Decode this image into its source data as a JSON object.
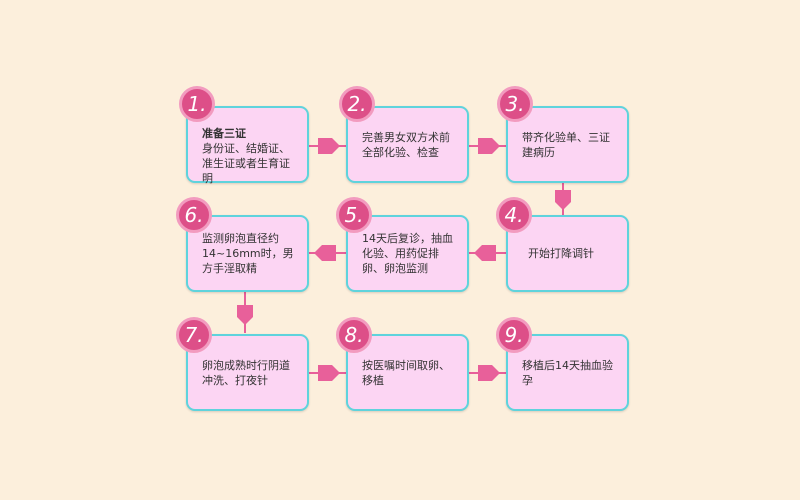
{
  "colors": {
    "background": "#fcefdc",
    "box_fill": "#fcd5f3",
    "box_border": "#5fd3dc",
    "badge": "#dd4f88",
    "arrow": "#e8609a"
  },
  "steps": [
    {
      "number": "1.",
      "title": "准备三证",
      "text": "身份证、结婚证、准生证或者生育证明"
    },
    {
      "number": "2.",
      "text": "完善男女双方术前全部化验、检查"
    },
    {
      "number": "3.",
      "text": "带齐化验单、三证建病历"
    },
    {
      "number": "4.",
      "text": "开始打降调针"
    },
    {
      "number": "5.",
      "text": "14天后复诊，抽血化验、用药促排卵、卵泡监测"
    },
    {
      "number": "6.",
      "text": "监测卵泡直径约14~16mm时，男方手淫取精"
    },
    {
      "number": "7.",
      "text": "卵泡成熟时行阴道冲洗、打夜针"
    },
    {
      "number": "8.",
      "text": "按医嘱时间取卵、移植"
    },
    {
      "number": "9.",
      "text": "移植后14天抽血验孕"
    }
  ]
}
